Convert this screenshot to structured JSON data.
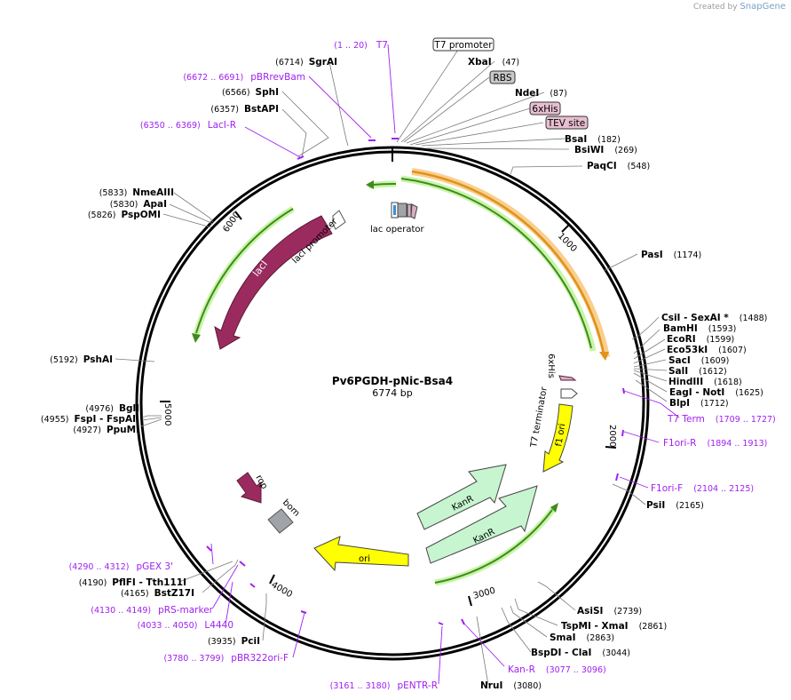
{
  "credit": {
    "text": "Created by",
    "brand": "SnapGene"
  },
  "plasmid": {
    "name": "Pv6PGDH-pNic-Bsa4",
    "length": "6774 bp"
  },
  "ticks": [
    "1000",
    "2000",
    "3000",
    "4000",
    "5000",
    "6000"
  ],
  "enzymes": [
    {
      "name": "SgrAI",
      "pos": "(6714)"
    },
    {
      "name": "SphI",
      "pos": "(6566)"
    },
    {
      "name": "BstAPI",
      "pos": "(6357)"
    },
    {
      "name": "XbaI",
      "pos": "(47)"
    },
    {
      "name": "NdeI",
      "pos": "(87)"
    },
    {
      "name": "BsaI",
      "pos": "(182)"
    },
    {
      "name": "BsiWI",
      "pos": "(269)"
    },
    {
      "name": "PaqCI",
      "pos": "(548)"
    },
    {
      "name": "PasI",
      "pos": "(1174)"
    },
    {
      "name": "CsiI  - SexAI *",
      "pos": "(1488)"
    },
    {
      "name": "BamHI",
      "pos": "(1593)"
    },
    {
      "name": "EcoRI",
      "pos": "(1599)"
    },
    {
      "name": "Eco53kI",
      "pos": "(1607)"
    },
    {
      "name": "SacI",
      "pos": "(1609)"
    },
    {
      "name": "SalI",
      "pos": "(1612)"
    },
    {
      "name": "HindIII",
      "pos": "(1618)"
    },
    {
      "name": "EagI  - NotI",
      "pos": "(1625)"
    },
    {
      "name": "BlpI",
      "pos": "(1712)"
    },
    {
      "name": "PsiI",
      "pos": "(2165)"
    },
    {
      "name": "AsiSI",
      "pos": "(2739)"
    },
    {
      "name": "TspMI  - XmaI",
      "pos": "(2861)"
    },
    {
      "name": "SmaI",
      "pos": "(2863)"
    },
    {
      "name": "BspDI  - ClaI",
      "pos": "(3044)"
    },
    {
      "name": "NruI",
      "pos": "(3080)"
    },
    {
      "name": "PciI",
      "pos": "(3935)"
    },
    {
      "name": "BstZ17I",
      "pos": "(4165)"
    },
    {
      "name": "PflFI  - Tth111I",
      "pos": "(4190)"
    },
    {
      "name": "PpuMI",
      "pos": "(4927)"
    },
    {
      "name": "FspI  - FspAI",
      "pos": "(4955)"
    },
    {
      "name": "BglI",
      "pos": "(4976)"
    },
    {
      "name": "PshAI",
      "pos": "(5192)"
    },
    {
      "name": "PspOMI",
      "pos": "(5826)"
    },
    {
      "name": "ApaI",
      "pos": "(5830)"
    },
    {
      "name": "NmeAIII",
      "pos": "(5833)"
    }
  ],
  "primers": [
    {
      "name": "T7",
      "range": "(1 .. 20)"
    },
    {
      "name": "pBRrevBam",
      "range": "(6672 .. 6691)"
    },
    {
      "name": "LacI-R",
      "range": "(6350 .. 6369)"
    },
    {
      "name": "T7 Term",
      "range": "(1709 .. 1727)"
    },
    {
      "name": "F1ori-R",
      "range": "(1894 .. 1913)"
    },
    {
      "name": "F1ori-F",
      "range": "(2104 .. 2125)"
    },
    {
      "name": "Kan-R",
      "range": "(3077 .. 3096)"
    },
    {
      "name": "pENTR-R",
      "range": "(3161 .. 3180)"
    },
    {
      "name": "pBR322ori-F",
      "range": "(3780 .. 3799)"
    },
    {
      "name": "L4440",
      "range": "(4033 .. 4050)"
    },
    {
      "name": "pRS-marker",
      "range": "(4130 .. 4149)"
    },
    {
      "name": "pGEX 3'",
      "range": "(4290 .. 4312)"
    }
  ],
  "boxed_features": [
    "T7 promoter",
    "RBS",
    "6xHis",
    "TEV site"
  ],
  "features": {
    "lac_operator": "lac operator",
    "lacI_promoter": "lacI promoter",
    "lacI": "lacI",
    "sixhis": "6xHis",
    "t7_terminator": "T7 terminator",
    "f1_ori": "f1 ori",
    "kanr_1": "KanR",
    "kanr_2": "KanR",
    "ori": "ori",
    "rop": "rop",
    "bom": "bom"
  },
  "colors": {
    "enzyme": "#000000",
    "primer": "#a020f0",
    "lacI": "#9b2b5e",
    "f1_ori": "#ffff00",
    "kanr": "#c6f5cf",
    "ori": "#ffff00",
    "rop": "#9b2b5e",
    "bom": "#a0a4a8",
    "insert": "#f4a733",
    "green_arc": "#4c9a2a"
  }
}
